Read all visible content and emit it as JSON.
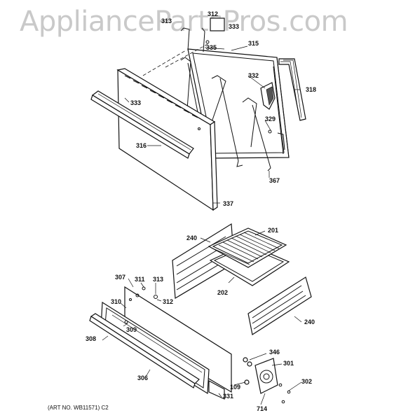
{
  "watermark": "AppliancePartsPros.com",
  "art_no": "(ART NO. WB11571) C2",
  "callouts": {
    "c312_top": "312",
    "c313_top": "313",
    "c333_top": "333",
    "c335": "335",
    "c315": "315",
    "c318": "318",
    "c332": "332",
    "c333": "333",
    "c316": "316",
    "c329": "329",
    "c367": "367",
    "c337": "337",
    "c240a": "240",
    "c201": "201",
    "c202": "202",
    "c307": "307",
    "c311": "311",
    "c313": "313",
    "c312": "312",
    "c310": "310",
    "c309": "309",
    "c308": "308",
    "c306": "306",
    "c240b": "240",
    "c346": "346",
    "c301": "301",
    "c109": "109",
    "c331": "331",
    "c302": "302",
    "c714": "714"
  }
}
